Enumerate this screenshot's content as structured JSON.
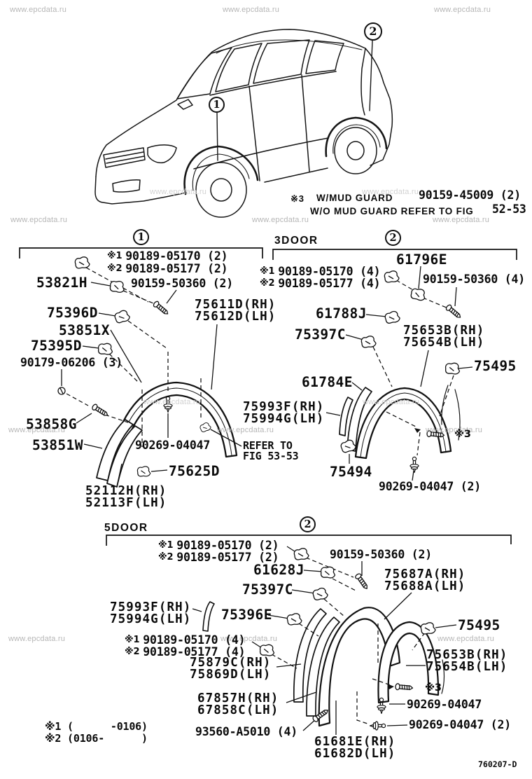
{
  "page": {
    "watermark": "www.epcdata.ru",
    "figure_code": "760207-D"
  },
  "callouts": {
    "one": "1",
    "two": "2"
  },
  "top_note": {
    "ref": "※3",
    "with_label": "W/MUD GUARD",
    "with_part": "90159-45009 (2)",
    "without_label": "W/O MUD GUARD REFER TO FIG",
    "without_fig": "52-53"
  },
  "section_front": {
    "bolt1_ref": "※1",
    "bolt1": "90189-05170 (2)",
    "bolt2_ref": "※2",
    "bolt2": "90189-05177 (2)",
    "clip_53821h": "53821H",
    "screw_90159": "90159-50360 (2)",
    "clip_75396d": "75396D",
    "protector_53851x": "53851X",
    "clip_75395d": "75395D",
    "screw_90179": "90179-06206 (3)",
    "molding_rh": "75611D(RH)",
    "molding_lh": "75612D(LH)",
    "screw_53858g": "53858G",
    "protector_53851w": "53851W",
    "fastener_90269": "90269-04047",
    "clip_75625d": "75625D",
    "protector_rh": "52112H(RH)",
    "protector_lh": "52113F(LH)",
    "refer_line1": "REFER TO",
    "refer_line2": "FIG 53-53"
  },
  "section_rear_3door": {
    "title": "3DOOR",
    "panel_61796e": "61796E",
    "bolt1_ref": "※1",
    "bolt1": "90189-05170 (4)",
    "bolt2_ref": "※2",
    "bolt2": "90189-05177 (4)",
    "screw_90159": "90159-50360 (4)",
    "clip_61788j": "61788J",
    "clip_75397c": "75397C",
    "molding_rh": "75653B(RH)",
    "molding_lh": "75654B(LH)",
    "clip_75495": "75495",
    "panel_61784e": "61784E",
    "seal_rh": "75993F(RH)",
    "seal_lh": "75994G(LH)",
    "note3_ref": "※3",
    "clip_75494": "75494",
    "fastener_90269": "90269-04047 (2)"
  },
  "section_rear_5door": {
    "title": "5DOOR",
    "bolt1_ref": "※1",
    "bolt1": "90189-05170 (2)",
    "bolt2_ref": "※2",
    "bolt2": "90189-05177 (2)",
    "screw_90159": "90159-50360 (2)",
    "clip_61628j": "61628J",
    "clip_75397c": "75397C",
    "seal_rh": "75993F(RH)",
    "seal_lh": "75994G(LH)",
    "clip_75396e": "75396E",
    "bolt1b_ref": "※1",
    "bolt1b": "90189-05170 (4)",
    "bolt2b_ref": "※2",
    "bolt2b": "90189-05177 (4)",
    "molding_front_rh": "75687A(RH)",
    "molding_front_lh": "75688A(LH)",
    "clip_75495": "75495",
    "molding_rear_rh": "75653B(RH)",
    "molding_rear_lh": "75654B(LH)",
    "mudguard_rh": "75879C(RH)",
    "mudguard_lh": "75869D(LH)",
    "pad_rh": "67857H(RH)",
    "pad_lh": "67858C(LH)",
    "screw_93560": "93560-A5010 (4)",
    "note3_ref": "※3",
    "fastener_90269a": "90269-04047",
    "fastener_90269b": "90269-04047 (2)",
    "mudguard_front_rh": "61681E(RH)",
    "mudguard_front_lh": "61682D(LH)"
  },
  "footnotes": {
    "note1": "※1 (      -0106)",
    "note2": "※2 (0106-      )"
  }
}
